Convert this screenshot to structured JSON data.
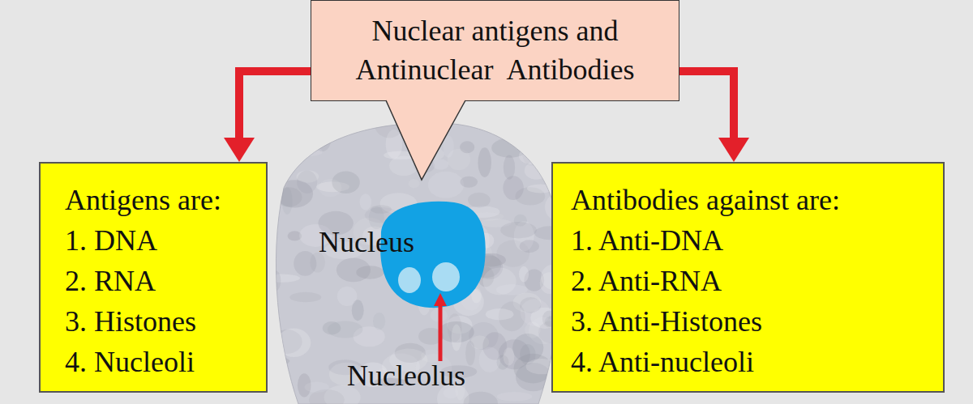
{
  "diagram": {
    "nodes": [
      {
        "text": [
          "Nuclear antigens and",
          "Antinuclear  Antibodies"
        ]
      },
      {
        "text": [
          "Antigens are:",
          "1. DNA",
          "2. RNA",
          "3. Histones",
          "4. Nucleoli"
        ]
      },
      {
        "text": [
          "Antibodies against are:",
          "1. Anti-DNA",
          "2. Anti-RNA",
          "3. Anti-Histones",
          "4. Anti-nucleoli"
        ]
      }
    ],
    "edges": [
      {
        "from": 0,
        "to": 1,
        "arrow": "to"
      },
      {
        "from": 0,
        "to": 2,
        "arrow": "to"
      }
    ],
    "labels": [
      "Nucleus",
      "Nucleolus"
    ]
  }
}
